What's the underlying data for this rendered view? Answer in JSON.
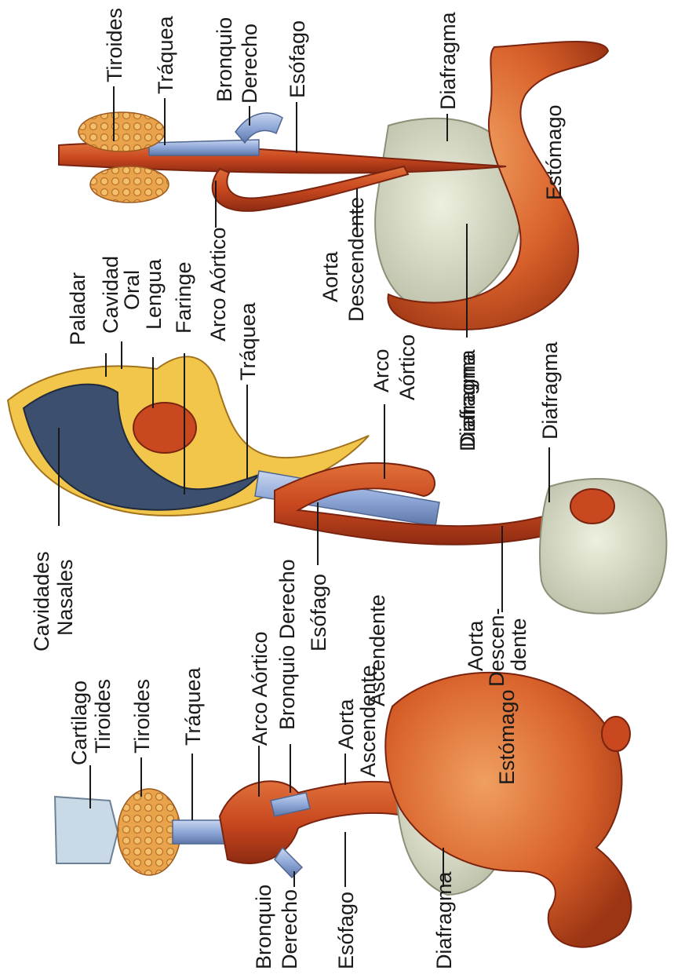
{
  "colors": {
    "artery": "#c9481f",
    "artery_dark": "#8e2b12",
    "stomach": "#d8602a",
    "stomach_light": "#f0a060",
    "trachea": "#8fa8d8",
    "thyroid": "#e9a34a",
    "diaphragm": "#d9dcc6",
    "tissue_yellow": "#f1c64a",
    "tissue_dark": "#3d4f6e",
    "cartilage": "#c9d9e6"
  },
  "left_view": {
    "cartilago": "Cartilago",
    "cartilago_tiroides": "Tiroides",
    "tiroides": "Tiroides",
    "traquea": "Tráquea",
    "arco_aortico": "Arco Aórtico",
    "bronquio_derecho_top": "Bronquio Derecho",
    "aorta": "Aorta",
    "ascendente": "Ascendente",
    "estomago": "Estómago",
    "bronquio": "Bronquio",
    "derecho": "Derecho",
    "esofago": "Esófago",
    "diafragma": "Diafragma"
  },
  "middle_view": {
    "cavidades": "Cavidades",
    "nasales": "Nasales",
    "bronquio_derecho": "Bronquio Derecho",
    "esofago": "Esófago",
    "ascendente": "Ascendente",
    "aorta": "Aorta",
    "descen": "Descen-",
    "dente": "dente",
    "paladar": "Paladar",
    "cavidad": "Cavidad",
    "oral": "Oral",
    "lengua": "Lengua",
    "faringe": "Faringe",
    "traquea": "Tráquea",
    "arco": "Arco",
    "aortico": "Aórtico",
    "diafragma_1": "Diafragma",
    "diafragma_2": "Diafragma"
  },
  "right_view": {
    "tiroides": "Tiroides",
    "traquea": "Tráquea",
    "bronquio": "Bronquio",
    "derecho": "Derecho",
    "esofago": "Esófago",
    "diafragma_top": "Diafragma",
    "arco_aortico": "Arco Aórtico",
    "aorta": "Aorta",
    "descendente": "Descendente",
    "estomago": "Estómago",
    "diafragma_bottom": "Diafragma"
  }
}
